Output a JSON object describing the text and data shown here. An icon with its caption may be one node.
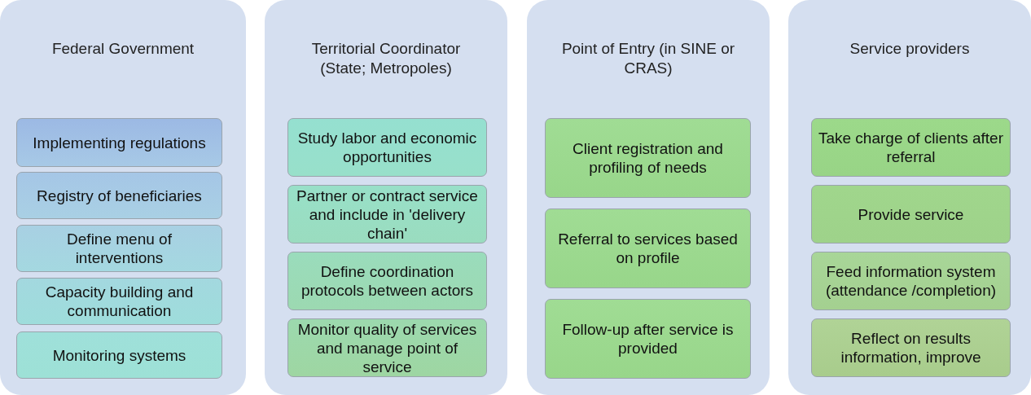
{
  "diagram": {
    "nodes": [
      {
        "text": [
          "Federal Government"
        ]
      },
      {
        "text": [
          "Implementing regulations"
        ],
        "in": 0
      },
      {
        "text": [
          "Registry of beneficiaries"
        ],
        "in": 0
      },
      {
        "text": [
          "Define menu of interventions"
        ],
        "in": 0
      },
      {
        "text": [
          "Capacity building and communication"
        ],
        "in": 0
      },
      {
        "text": [
          "Monitoring systems"
        ],
        "in": 0
      },
      {
        "text": [
          "Territorial Coordinator (State; Metropoles)"
        ]
      },
      {
        "text": [
          "Study labor and economic opportunities"
        ],
        "in": 6
      },
      {
        "text": [
          "Partner or contract service and include in 'delivery chain'"
        ],
        "in": 6
      },
      {
        "text": [
          "Define coordination protocols between actors"
        ],
        "in": 6
      },
      {
        "text": [
          "Monitor quality of services and manage point of service"
        ],
        "in": 6
      },
      {
        "text": [
          "Point of Entry (in SINE or CRAS)"
        ]
      },
      {
        "text": [
          "Client registration and profiling of needs"
        ],
        "in": 11
      },
      {
        "text": [
          "Referral to services based on profile"
        ],
        "in": 11
      },
      {
        "text": [
          "Follow-up after service is provided"
        ],
        "in": 11
      },
      {
        "text": [
          "Service providers"
        ]
      },
      {
        "text": [
          "Take charge of clients after referral"
        ],
        "in": 15
      },
      {
        "text": [
          "Provide service"
        ],
        "in": 15
      },
      {
        "text": [
          "Feed information system (attendance /completion)"
        ],
        "in": 15
      },
      {
        "text": [
          "Reflect on results information, improve"
        ],
        "in": 15
      }
    ],
    "edges": []
  }
}
